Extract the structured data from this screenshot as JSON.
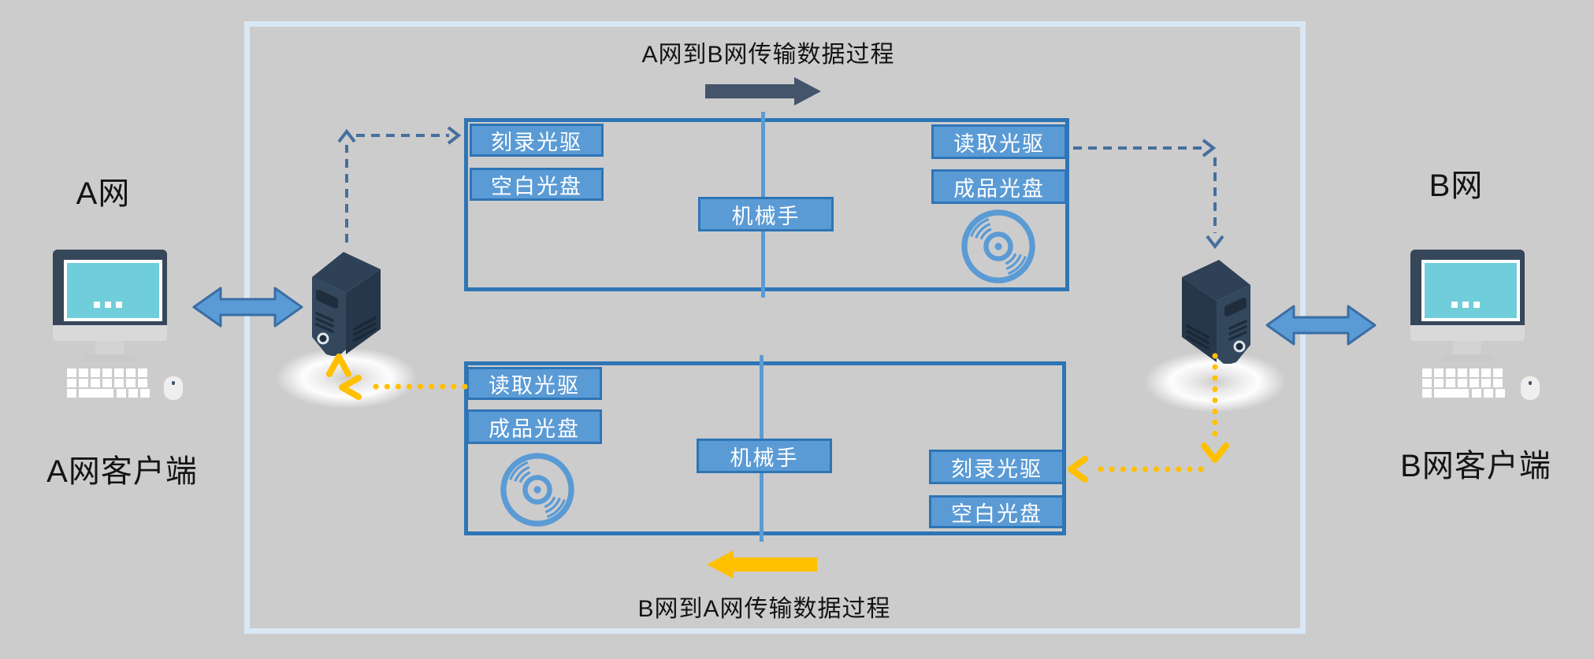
{
  "titles": {
    "top_flow": "A网到B网传输数据过程",
    "bottom_flow": "B网到A网传输数据过程"
  },
  "left_side": {
    "network_label": "A网",
    "client_label": "A网客户端"
  },
  "right_side": {
    "network_label": "B网",
    "client_label": "B网客户端"
  },
  "process_top": {
    "burn_drive": "刻录光驱",
    "blank_disc": "空白光盘",
    "robot_arm": "机械手",
    "read_drive": "读取光驱",
    "finished_disc": "成品光盘"
  },
  "process_bottom": {
    "read_drive": "读取光驱",
    "finished_disc": "成品光盘",
    "robot_arm": "机械手",
    "burn_drive": "刻录光驱",
    "blank_disc": "空白光盘"
  },
  "icons": {
    "disc": "optical-disc-icon",
    "server": "server-tower-icon",
    "computer": "desktop-computer-icon",
    "double_arrow": "double-headed-arrow-icon",
    "flow_arrow_right": "right-block-arrow-icon",
    "flow_arrow_left": "left-block-arrow-icon"
  },
  "colors": {
    "background": "#CDCCCC",
    "frame": "#D9E8F5",
    "box_border": "#2E75B6",
    "label_fill": "#5B9BD5",
    "divider": "#5B9BD5",
    "dashed_arrow": "#44709E",
    "yellow": "#FFC000",
    "dark_arrow": "#44546A",
    "double_arrow_fill": "#5B9BD5",
    "double_arrow_stroke": "#3A6EA5",
    "screen": "#6FCEDA",
    "monitor_frame": "#37475A",
    "server_front": "#33475D"
  }
}
